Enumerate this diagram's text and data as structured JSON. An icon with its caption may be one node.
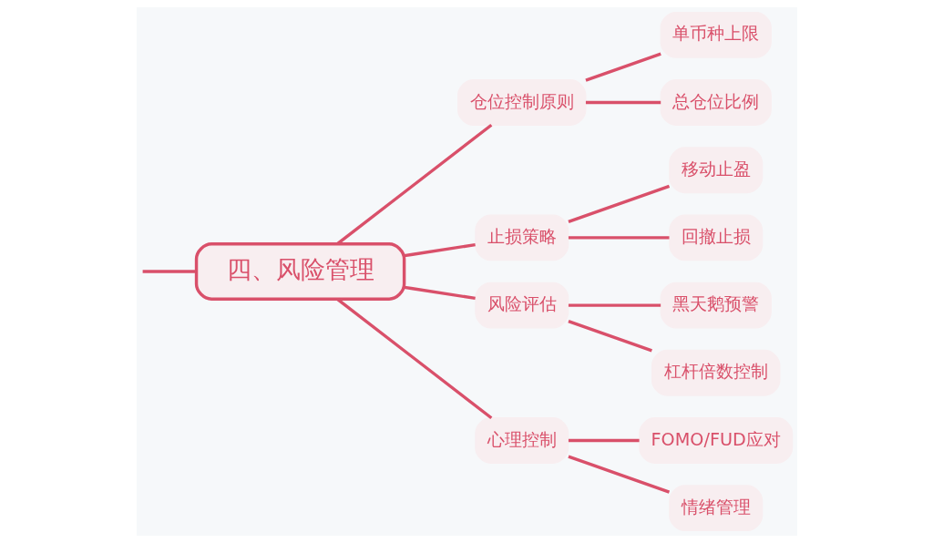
{
  "diagram": {
    "nodes": [
      {
        "text": [
          "四、风险管理"
        ]
      },
      {
        "text": [
          "仓位控制原则"
        ]
      },
      {
        "text": [
          "单币种上限"
        ]
      },
      {
        "text": [
          "总仓位比例"
        ]
      },
      {
        "text": [
          "止损策略"
        ]
      },
      {
        "text": [
          "移动止盈"
        ]
      },
      {
        "text": [
          "回撤止损"
        ]
      },
      {
        "text": [
          "风险评估"
        ]
      },
      {
        "text": [
          "黑天鹅预警"
        ]
      },
      {
        "text": [
          "杠杆倍数控制"
        ]
      },
      {
        "text": [
          "心理控制"
        ]
      },
      {
        "text": [
          "FOMO/FUD应对"
        ]
      },
      {
        "text": [
          "情绪管理"
        ]
      }
    ],
    "edges": [
      {
        "from": null,
        "to": 0,
        "arrow": "none"
      },
      {
        "from": 0,
        "to": 1,
        "arrow": "none"
      },
      {
        "from": 1,
        "to": 2,
        "arrow": "none"
      },
      {
        "from": 1,
        "to": 3,
        "arrow": "none"
      },
      {
        "from": 0,
        "to": 4,
        "arrow": "none"
      },
      {
        "from": 4,
        "to": 5,
        "arrow": "none"
      },
      {
        "from": 4,
        "to": 6,
        "arrow": "none"
      },
      {
        "from": 0,
        "to": 7,
        "arrow": "none"
      },
      {
        "from": 7,
        "to": 8,
        "arrow": "none"
      },
      {
        "from": 7,
        "to": 9,
        "arrow": "none"
      },
      {
        "from": 0,
        "to": 10,
        "arrow": "none"
      },
      {
        "from": 10,
        "to": 11,
        "arrow": "none"
      },
      {
        "from": 10,
        "to": 12,
        "arrow": "none"
      }
    ]
  }
}
